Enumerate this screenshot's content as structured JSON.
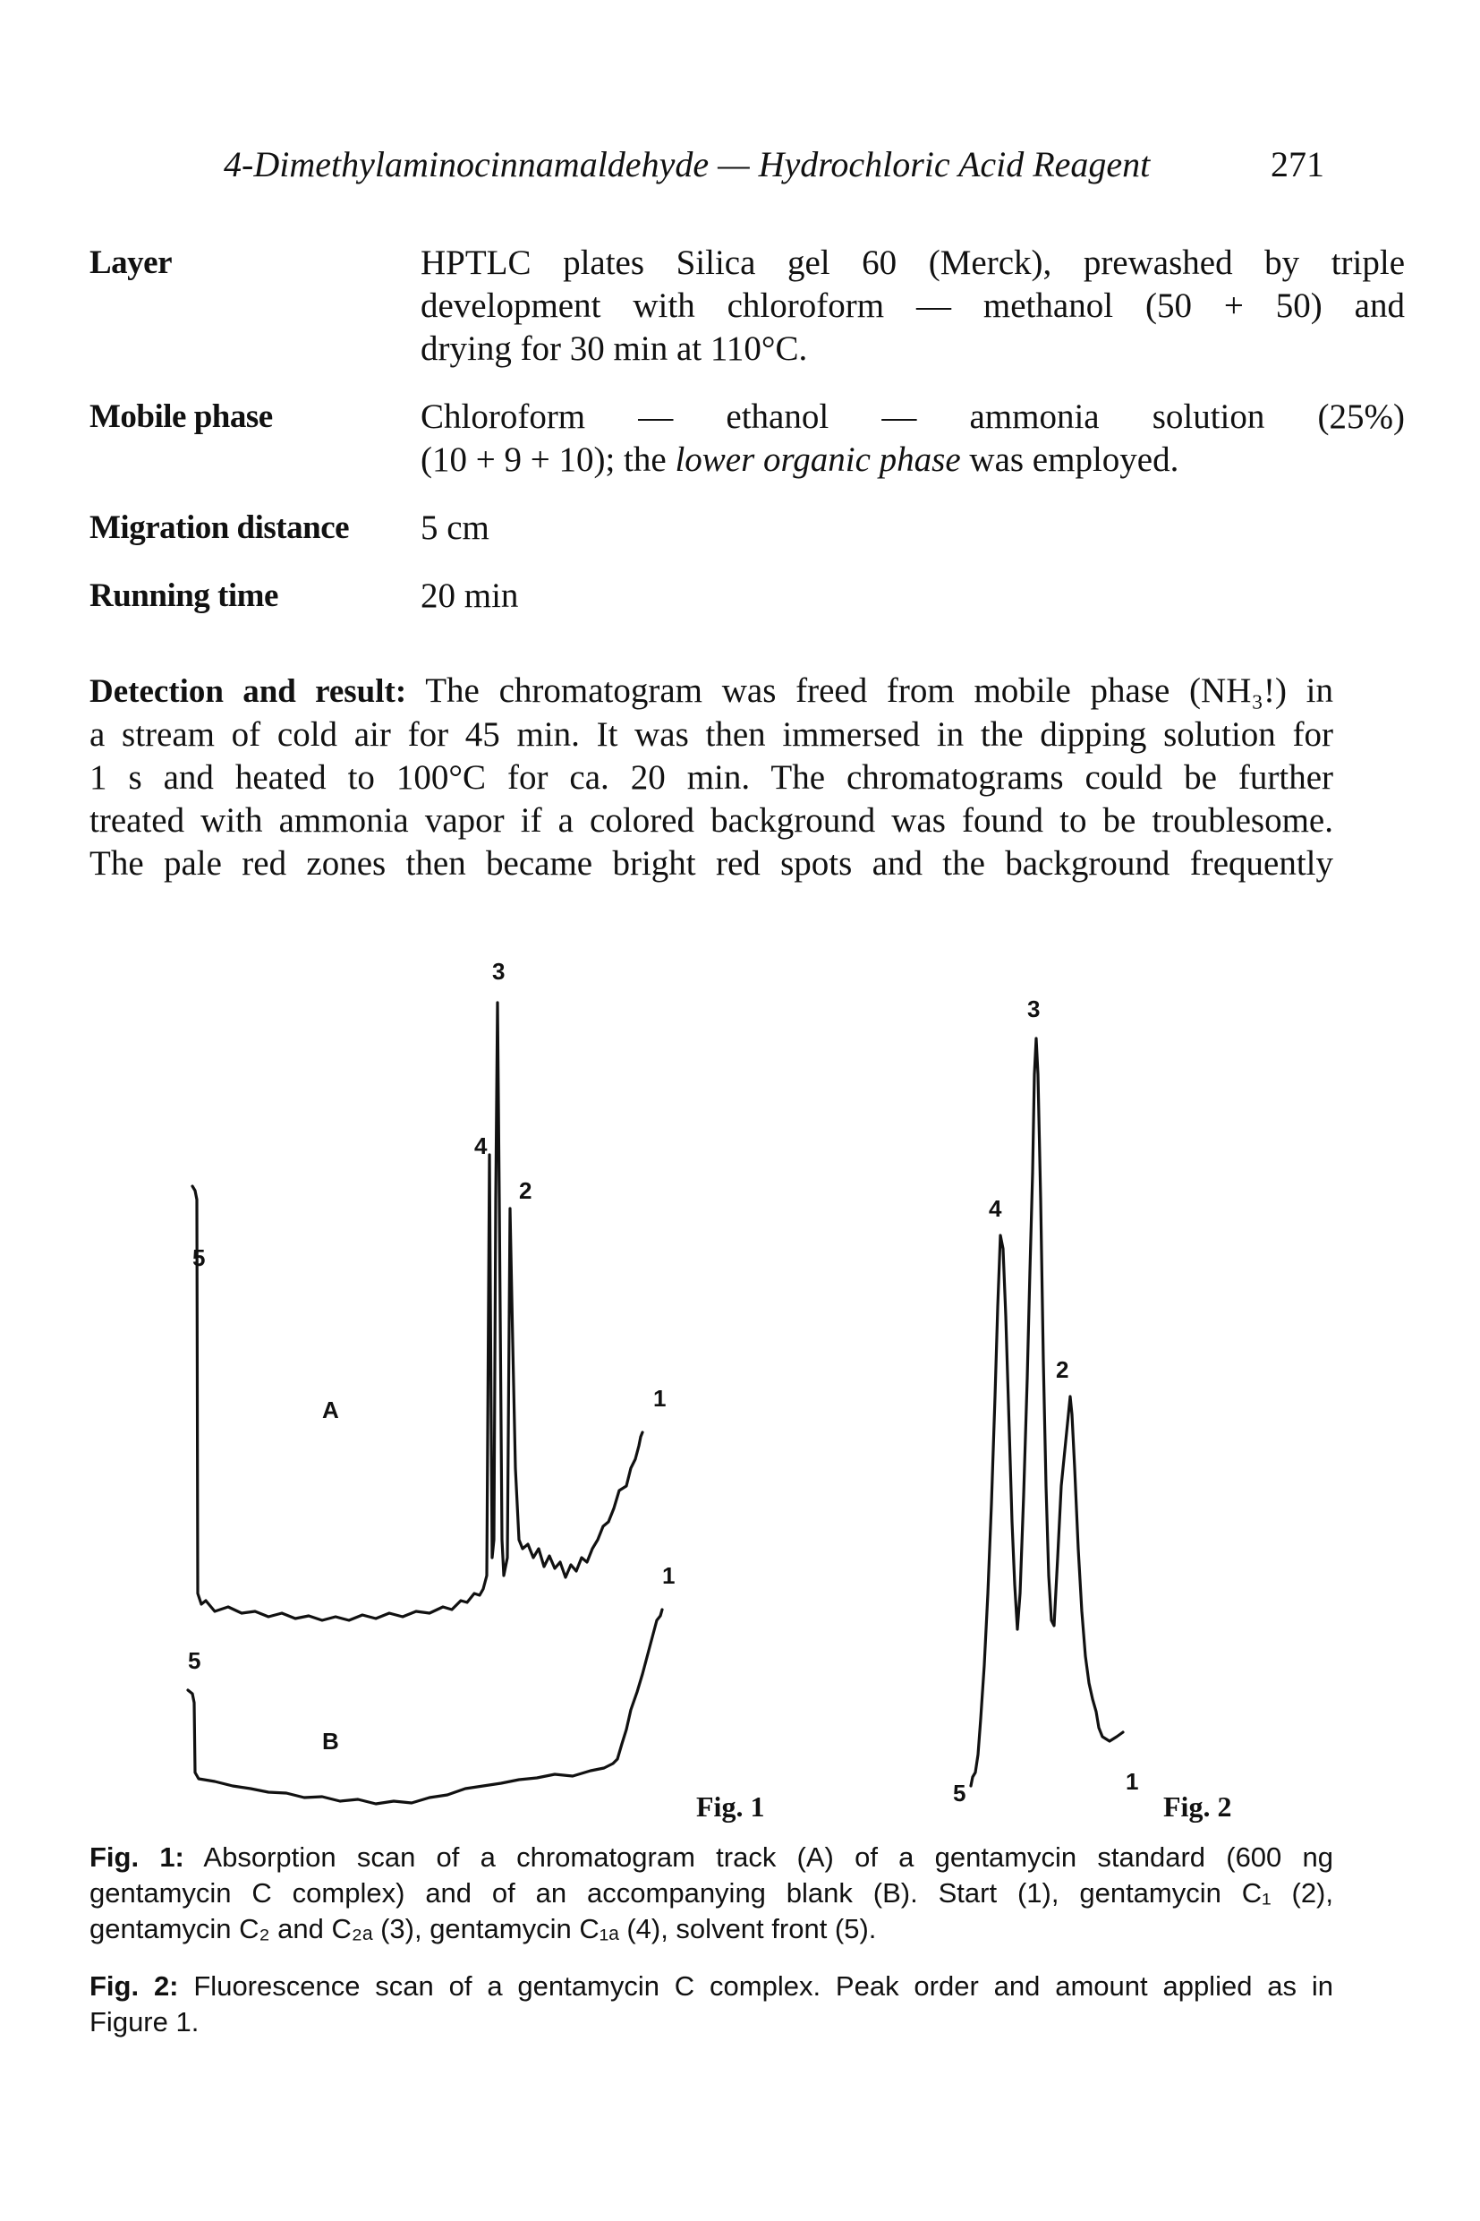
{
  "running_head": {
    "title": "4-Dimethylaminocinnamaldehyde — Hydrochloric Acid Reagent",
    "page_number": "271"
  },
  "parameters": [
    {
      "label": "Layer",
      "lines": [
        "HPTLC plates Silica gel 60 (Merck), prewashed by triple",
        "development with chloroform — methanol (50 + 50) and",
        "drying for 30 min at 110°C."
      ]
    },
    {
      "label": "Mobile phase",
      "lines": [
        "Chloroform — ethanol — ammonia solution (25%)"
      ],
      "line2_prefix": "(10 + 9 + 10); the ",
      "line2_italic": "lower organic phase",
      "line2_suffix": " was employed."
    },
    {
      "label": "Migration distance",
      "lines": [
        "5 cm"
      ]
    },
    {
      "label": "Running time",
      "lines": [
        "20 min"
      ]
    }
  ],
  "detection": {
    "heading": "Detection and result:",
    "line1_rest": "The chromatogram was freed from mobile phase (NH₃!) in",
    "lines": [
      "a stream of cold air for 45 min. It was then immersed in the dipping solution for",
      "1 s and heated to 100°C for ca. 20 min. The chromatograms could be further",
      "treated with ammonia vapor if a colored background was found to be troublesome.",
      "The pale red zones then became bright red spots and the background frequently"
    ]
  },
  "figure1": {
    "label": "Fig. 1",
    "trace_a_label": "A",
    "trace_b_label": "B",
    "peaks_a": [
      "5",
      "4",
      "3",
      "2",
      "1"
    ],
    "peaks_b": [
      "5",
      "1"
    ]
  },
  "figure2": {
    "label": "Fig. 2",
    "peaks": [
      "5",
      "4",
      "3",
      "2",
      "1"
    ]
  },
  "captions": [
    {
      "heading": "Fig. 1:",
      "line1": "Absorption scan of a chromatogram track (A) of a gentamycin standard (600 ng",
      "line2": "gentamycin C complex) and of an accompanying blank (B). Start (1), gentamycin C₁ (2),",
      "line3": "gentamycin C₂ and C₂ₐ (3), gentamycin C₁ₐ (4), solvent front (5)."
    },
    {
      "heading": "Fig. 2:",
      "line1": "Fluorescence scan of a gentamycin C complex. Peak order and amount applied as in",
      "line2": "Figure 1."
    }
  ]
}
